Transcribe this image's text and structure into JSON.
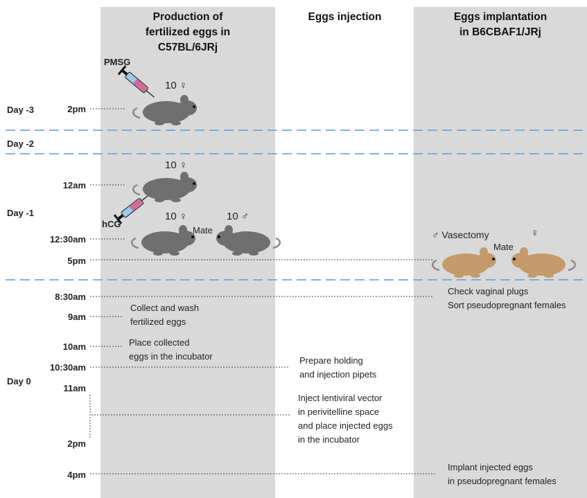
{
  "columns": {
    "production": "Production of\nfertilized eggs in\nC57BL/6JRj",
    "injection": "Eggs injection",
    "implantation": "Eggs implantation\nin B6CBAF1/JRj"
  },
  "days": {
    "d3": "Day -3",
    "d2": "Day -2",
    "d1": "Day -1",
    "d0": "Day 0"
  },
  "times": {
    "t2pm_a": "2pm",
    "t12am": "12am",
    "t1230am": "12:30am",
    "t5pm": "5pm",
    "t830am": "8:30am",
    "t9am": "9am",
    "t10am": "10am",
    "t1030am": "10:30am",
    "t11am": "11am",
    "t2pm_b": "2pm",
    "t4pm": "4pm"
  },
  "labels": {
    "pmsg": "PMSG",
    "hcg": "hCG",
    "count_f1": "10 ♀",
    "count_f2": "10 ♀",
    "count_f3": "10 ♀",
    "count_m": "10 ♂",
    "mate1": "Mate",
    "vasectomy": "♂ Vasectomy",
    "female_sym": "♀",
    "mate2": "Mate"
  },
  "notes": {
    "collect": "Collect and wash\nfertilized eggs",
    "place": "Place collected\neggs in the incubator",
    "prepare": "Prepare holding\nand injection pipets",
    "inject": "Inject lentiviral vector\nin perivitelline space\nand place injected eggs\nin the incubator",
    "check": "Check vaginal plugs\nSort pseudopregnant females",
    "implant": "Implant injected eggs\nin pseudopregnant females"
  },
  "colors": {
    "column_bg": "#d9d9d9",
    "separator": "#5b9bd5",
    "grey_mouse": "#6f6f6f",
    "brown_mouse": "#c49a6c",
    "syringe_barrel": "#9ec9e8",
    "syringe_fluid": "#d46a9a"
  }
}
